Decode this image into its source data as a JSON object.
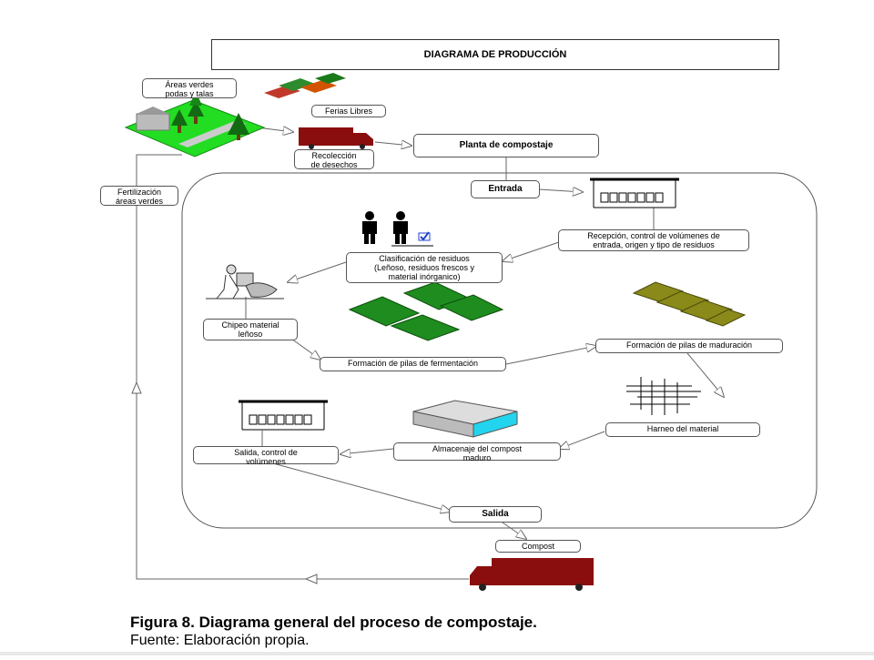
{
  "title": "DIAGRAMA DE PRODUCCIÓN",
  "nodes": {
    "areas_verdes": "Áreas verdes\npodas y talas",
    "ferias_libres": "Ferias Libres",
    "recoleccion": "Recolección\nde desechos",
    "planta": "Planta de compostaje",
    "fertilizacion": "Fertilización\náreas verdes",
    "entrada": "Entrada",
    "recepcion": "Recepción, control de volúmenes de\nentrada, origen y tipo de residuos",
    "clasificacion": "Clasificación de residuos\n(Leñoso, residuos frescos y\nmaterial inórganico)",
    "chipeo": "Chipeo material\nleñoso",
    "fermentacion": "Formación de pilas de fermentación",
    "maduracion": "Formación de pilas de maduración",
    "harneo": "Harneo del material",
    "almacenaje": "Almacenaje del compost\nmaduro",
    "salida_control": "Salida, control de\nvolúmenes",
    "salida": "Salida",
    "compost": "Compost"
  },
  "caption": "Figura 8. Diagrama general del proceso de compostaje.",
  "source": "Fuente: Elaboración propia.",
  "colors": {
    "truck": "#8b0e0e",
    "grass": "#22dd22",
    "pile_green": "#1e8c1e",
    "pile_olive": "#8a8a1a",
    "box_cyan": "#22d4ee"
  }
}
